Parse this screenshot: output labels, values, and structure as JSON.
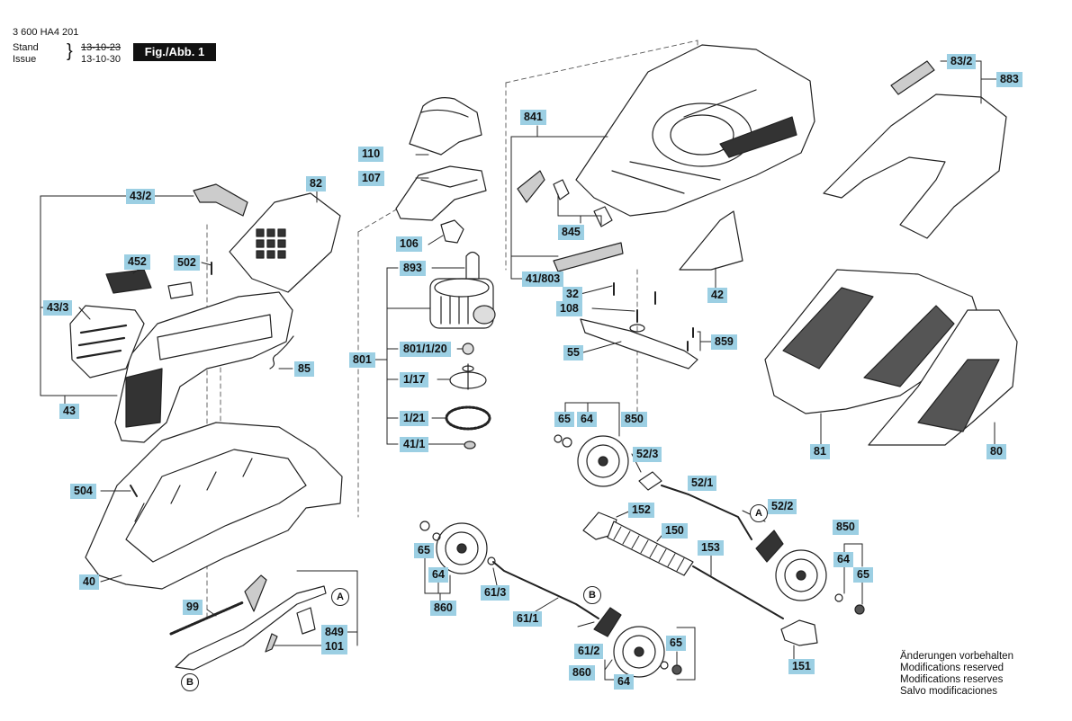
{
  "header": {
    "doc_number": "3 600 HA4 201",
    "stand_label": "Stand",
    "issue_label": "Issue",
    "stand_date": "13-10-23",
    "issue_date": "13-10-30",
    "figure_label": "Fig./Abb. 1"
  },
  "callouts": {
    "c110": "110",
    "c107": "107",
    "c106": "106",
    "c893": "893",
    "c801": "801",
    "c801_1_20": "801/1/20",
    "c1_17": "1/17",
    "c1_21": "1/21",
    "c41_1": "41/1",
    "c43_2": "43/2",
    "c82": "82",
    "c452": "452",
    "c502": "502",
    "c43_3": "43/3",
    "c85": "85",
    "c43": "43",
    "c504": "504",
    "c40": "40",
    "c99": "99",
    "c849": "849",
    "c101": "101",
    "c841": "841",
    "c845": "845",
    "c41_803": "41/803",
    "c32": "32",
    "c108": "108",
    "c42": "42",
    "c55": "55",
    "c859": "859",
    "c83_2": "83/2",
    "c883": "883",
    "c81": "81",
    "c80": "80",
    "c65_a": "65",
    "c64_a": "64",
    "c850_a": "850",
    "c52_3": "52/3",
    "c52_1": "52/1",
    "c52_2": "52/2",
    "c152": "152",
    "c150": "150",
    "c153": "153",
    "c850_b": "850",
    "c64_b": "64",
    "c65_b": "65",
    "c151": "151",
    "c65_c": "65",
    "c64_c": "64",
    "c860_a": "860",
    "c61_3": "61/3",
    "c61_1": "61/1",
    "c61_2": "61/2",
    "c65_d": "65",
    "c860_b": "860",
    "c64_d": "64"
  },
  "refs": {
    "a1": "A",
    "b1": "B",
    "a2": "A",
    "b2": "B"
  },
  "notes": {
    "de": "Änderungen vorbehalten",
    "en": "Modifications reserved",
    "fr": "Modifications reserves",
    "es": "Salvo modificaciones"
  }
}
